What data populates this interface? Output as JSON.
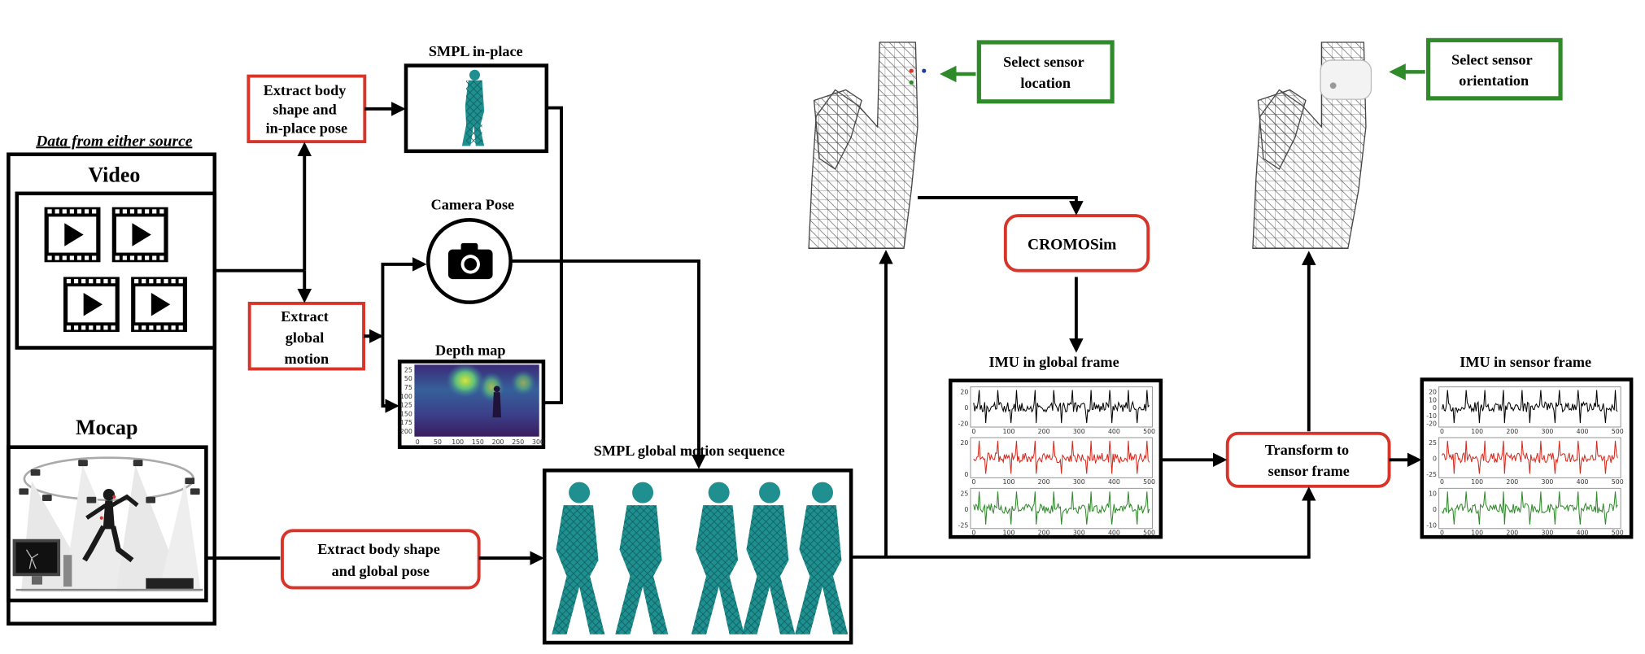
{
  "source_caption": "Data from either source",
  "video_label": "Video",
  "mocap_label": "Mocap",
  "extract_inplace": [
    "Extract body",
    "shape and",
    "in-place pose"
  ],
  "smpl_inplace": "SMPL in-place",
  "camera_pose": "Camera Pose",
  "extract_global_motion": [
    "Extract",
    "global",
    "motion"
  ],
  "depth_map": "Depth map",
  "extract_global_pose": [
    "Extract body shape",
    "and  global pose"
  ],
  "smpl_global": "SMPL global motion sequence",
  "select_location": [
    "Select sensor",
    "location"
  ],
  "cromosim": "CROMOSim",
  "imu_global": "IMU in global frame",
  "transform": [
    "Transform to",
    "sensor frame"
  ],
  "select_orientation": [
    "Select sensor",
    "orientation"
  ],
  "imu_sensor": "IMU in sensor frame",
  "depth_ticks_x": [
    "0",
    "50",
    "100",
    "150",
    "200",
    "250",
    "300"
  ],
  "depth_ticks_y": [
    "25",
    "50",
    "75",
    "100",
    "125",
    "150",
    "175",
    "200"
  ],
  "imu_global_plots": [
    {
      "color": "#000000",
      "yticks": [
        "20",
        "0",
        "-20"
      ]
    },
    {
      "color": "#d62a1e",
      "yticks": [
        "20",
        "0"
      ]
    },
    {
      "color": "#2f8a2a",
      "yticks": [
        "25",
        "0",
        "-25"
      ]
    }
  ],
  "imu_sensor_plots": [
    {
      "color": "#000000",
      "yticks": [
        "20",
        "10",
        "0",
        "-10",
        "-20"
      ]
    },
    {
      "color": "#d62a1e",
      "yticks": [
        "25",
        "0",
        "-25"
      ]
    },
    {
      "color": "#2f8a2a",
      "yticks": [
        "10",
        "0",
        "-10"
      ]
    }
  ],
  "imu_x_ticks": [
    "0",
    "100",
    "200",
    "300",
    "400",
    "500"
  ],
  "colors": {
    "red_box": "#d8352a",
    "green_box": "#2f8a2a",
    "teal_mesh": "#1f8f8f"
  }
}
